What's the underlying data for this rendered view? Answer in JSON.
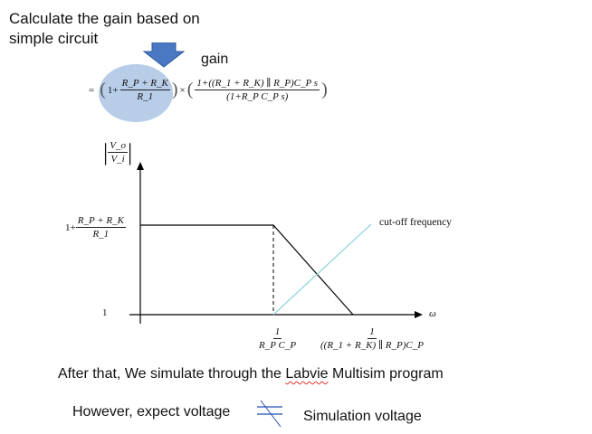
{
  "title": "Calculate the gain based on\nsimple circuit",
  "gain_label": "gain",
  "formula": {
    "eq": "=",
    "part1_prefix": "1+",
    "part1_num": "R_P + R_K",
    "part1_den": "R_1",
    "times": "×",
    "part2_num": "1+((R_1 + R_K) ∥ R_P)C_P s",
    "part2_den": "(1+R_P C_P s)"
  },
  "yaxis_label": {
    "num": "V_o",
    "den": "V_i"
  },
  "y_high_label": {
    "prefix": "1+",
    "num": "R_P + R_K",
    "den": "R_1"
  },
  "y_low_label": "1",
  "x_axis_label": "ω",
  "x_tick1": {
    "num": "1",
    "den": "R_P C_P"
  },
  "x_tick2": {
    "num": "1",
    "den": "((R_1 + R_K) ∥ R_P)C_P"
  },
  "cutoff_label": "cut-off frequency",
  "sim_text": {
    "before": "After that, We simulate through the ",
    "squiggled": "Labvie",
    "after": " Multisim program"
  },
  "legend": {
    "expect": "However, expect voltage",
    "sim": "Simulation voltage"
  },
  "colors": {
    "arrow": "#4a78c2",
    "highlight": "#b7cde8",
    "cyan_line": "#8fd3d8",
    "axis": "#000000"
  }
}
